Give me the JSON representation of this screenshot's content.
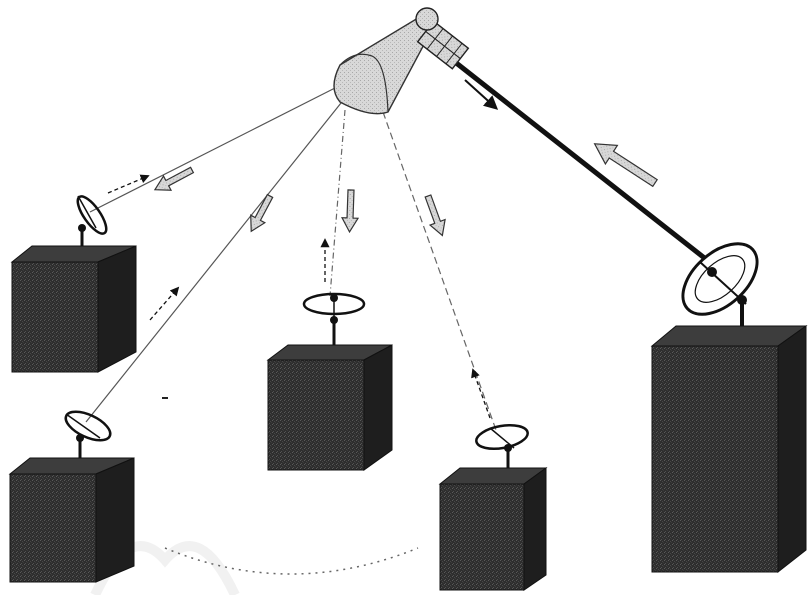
{
  "diagram": {
    "elements": [
      {
        "id": "satellite",
        "icon": "satellite-icon",
        "label": ""
      },
      {
        "id": "hub-station",
        "icon": "large-dish-icon",
        "label": ""
      },
      {
        "id": "remote-station-1",
        "icon": "small-dish-icon",
        "label": ""
      },
      {
        "id": "remote-station-2",
        "icon": "small-dish-icon",
        "label": ""
      },
      {
        "id": "remote-station-3",
        "icon": "small-dish-icon",
        "label": ""
      },
      {
        "id": "remote-station-4",
        "icon": "small-dish-icon",
        "label": ""
      }
    ],
    "links": [
      {
        "from": "satellite",
        "to": "hub-station",
        "style": "solid-thick"
      },
      {
        "from": "satellite",
        "to": "remote-station-1",
        "style": "thin"
      },
      {
        "from": "satellite",
        "to": "remote-station-2",
        "style": "thin"
      },
      {
        "from": "satellite",
        "to": "remote-station-3",
        "style": "dashed"
      },
      {
        "from": "satellite",
        "to": "remote-station-4",
        "style": "dashed"
      }
    ],
    "colors": {
      "building": "#2b2b2b",
      "building_top": "#3a3a3a",
      "building_side": "#1c1c1c",
      "line": "#555555",
      "hollow_arrow": "#cfcfcf",
      "satellite_beam": "#d4d4d4"
    }
  }
}
